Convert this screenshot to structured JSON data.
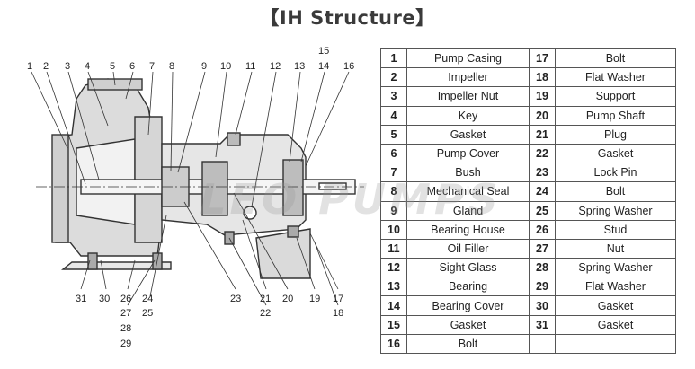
{
  "title": "【IH Structure】",
  "watermark": "LEO PUMPS",
  "callouts": {
    "top": [
      "1",
      "2",
      "3",
      "4",
      "5",
      "6",
      "7",
      "8",
      "9",
      "10",
      "11",
      "12",
      "13",
      "14",
      "15",
      "16"
    ],
    "bottom": [
      "31",
      "30",
      "26",
      "27",
      "28",
      "29",
      "24",
      "25",
      "23",
      "21",
      "22",
      "20",
      "19",
      "17",
      "18"
    ]
  },
  "parts_left": [
    {
      "no": "1",
      "name": "Pump Casing"
    },
    {
      "no": "2",
      "name": "Impeller"
    },
    {
      "no": "3",
      "name": "Impeller Nut"
    },
    {
      "no": "4",
      "name": "Key"
    },
    {
      "no": "5",
      "name": "Gasket"
    },
    {
      "no": "6",
      "name": "Pump Cover"
    },
    {
      "no": "7",
      "name": "Bush"
    },
    {
      "no": "8",
      "name": "Mechanical Seal"
    },
    {
      "no": "9",
      "name": "Gland"
    },
    {
      "no": "10",
      "name": "Bearing House"
    },
    {
      "no": "11",
      "name": "Oil Filler"
    },
    {
      "no": "12",
      "name": "Sight Glass"
    },
    {
      "no": "13",
      "name": "Bearing"
    },
    {
      "no": "14",
      "name": "Bearing Cover"
    },
    {
      "no": "15",
      "name": "Gasket"
    },
    {
      "no": "16",
      "name": "Bolt"
    }
  ],
  "parts_right": [
    {
      "no": "17",
      "name": "Bolt"
    },
    {
      "no": "18",
      "name": "Flat Washer"
    },
    {
      "no": "19",
      "name": "Support"
    },
    {
      "no": "20",
      "name": "Pump Shaft"
    },
    {
      "no": "21",
      "name": "Plug"
    },
    {
      "no": "22",
      "name": "Gasket"
    },
    {
      "no": "23",
      "name": "Lock Pin"
    },
    {
      "no": "24",
      "name": "Bolt"
    },
    {
      "no": "25",
      "name": "Spring Washer"
    },
    {
      "no": "26",
      "name": "Stud"
    },
    {
      "no": "27",
      "name": "Nut"
    },
    {
      "no": "28",
      "name": "Spring Washer"
    },
    {
      "no": "29",
      "name": "Flat Washer"
    },
    {
      "no": "30",
      "name": "Gasket"
    },
    {
      "no": "31",
      "name": "Gasket"
    },
    {
      "no": "",
      "name": ""
    }
  ]
}
